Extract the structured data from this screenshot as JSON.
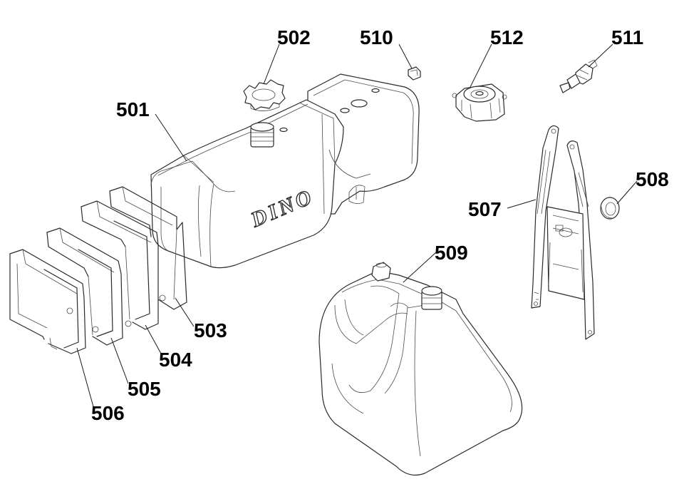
{
  "diagram": {
    "brand_text": "DINO",
    "parts": [
      {
        "key": "p501",
        "number": "501"
      },
      {
        "key": "p502",
        "number": "502"
      },
      {
        "key": "p503",
        "number": "503"
      },
      {
        "key": "p504",
        "number": "504"
      },
      {
        "key": "p505",
        "number": "505"
      },
      {
        "key": "p506",
        "number": "506"
      },
      {
        "key": "p507",
        "number": "507"
      },
      {
        "key": "p508",
        "number": "508"
      },
      {
        "key": "p509",
        "number": "509"
      },
      {
        "key": "p510",
        "number": "510"
      },
      {
        "key": "p511",
        "number": "511"
      },
      {
        "key": "p512",
        "number": "512"
      }
    ]
  }
}
